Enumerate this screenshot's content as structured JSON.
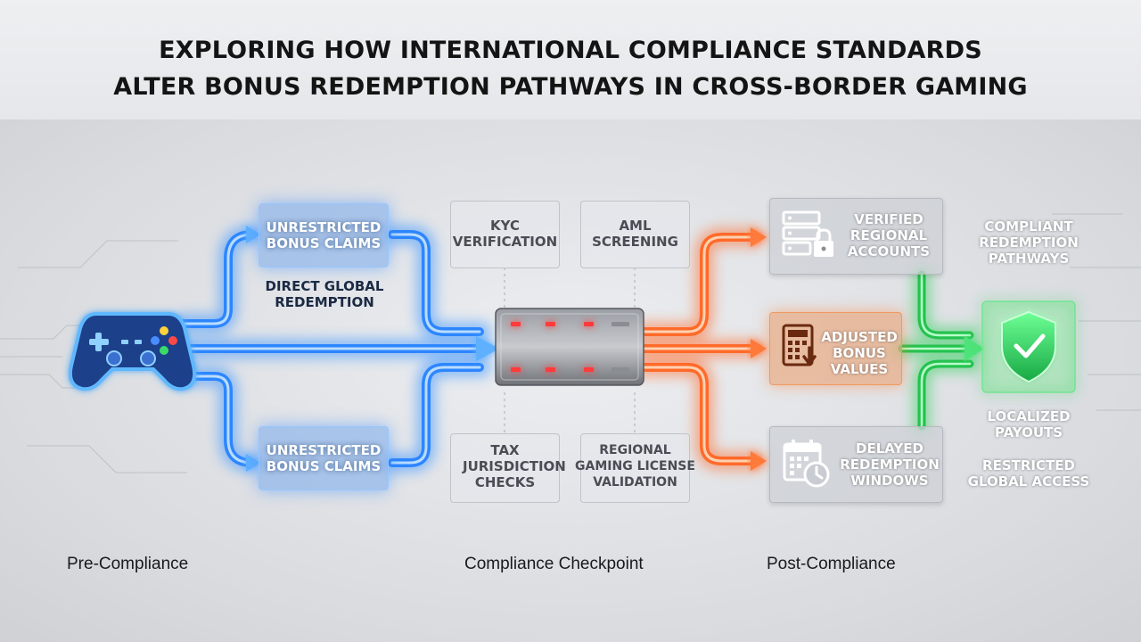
{
  "title": {
    "line1": "EXPLORING HOW INTERNATIONAL COMPLIANCE STANDARDS",
    "line2": "ALTER BONUS REDEMPTION PATHWAYS IN CROSS-BORDER GAMING"
  },
  "pre": {
    "box_top": "UNRESTRICTED BONUS CLAIMS",
    "middle_label": "DIRECT GLOBAL REDEMPTION",
    "box_bottom": "UNRESTRICTED BONUS CLAIMS"
  },
  "checks": {
    "kyc": "KYC VERIFICATION",
    "aml": "AML SCREENING",
    "tax": "TAX JURISDICTION CHECKS",
    "license": "REGIONAL GAMING LICENSE VALIDATION"
  },
  "post": {
    "verified": "VERIFIED REGIONAL ACCOUNTS",
    "adjusted": "ADJUSTED BONUS VALUES",
    "delayed": "DELAYED REDEMPTION WINDOWS"
  },
  "outcome": {
    "compliant": "COMPLIANT REDEMPTION PATHWAYS",
    "localized": "LOCALIZED PAYOUTS",
    "restricted": "RESTRICTED GLOBAL ACCESS"
  },
  "phases": {
    "pre": "Pre-Compliance",
    "checkpoint": "Compliance Checkpoint",
    "post": "Post-Compliance"
  },
  "icons": [
    "gamepad-icon",
    "server-lock-icon",
    "calculator-icon",
    "calendar-clock-icon",
    "shield-check-icon"
  ],
  "colors": {
    "blue": "#2f8cff",
    "orange": "#ff6a2a",
    "green": "#2fd05a"
  }
}
